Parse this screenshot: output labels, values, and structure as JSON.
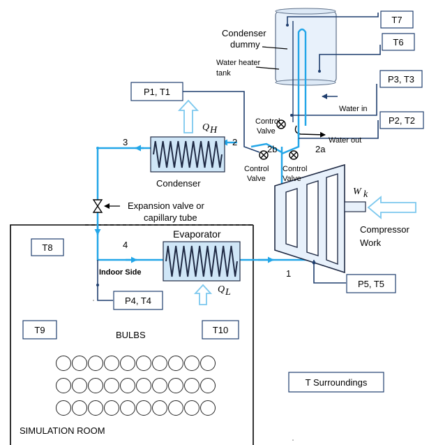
{
  "sensors": {
    "t7": "T7",
    "t6": "T6",
    "p3t3": "P3, T3",
    "p1t1": "P1, T1",
    "p2t2": "P2, T2",
    "t8": "T8",
    "p4t4": "P4, T4",
    "p5t5": "P5, T5",
    "t9": "T9",
    "t10": "T10",
    "t_surroundings": "T Surroundings"
  },
  "components": {
    "condenser_dummy": [
      "Condenser",
      "dummy"
    ],
    "water_heater_tank": [
      "Water heater",
      "tank"
    ],
    "water_in": "Water in",
    "water_out": "Water out",
    "condenser": "Condenser",
    "evaporator": "Evaporator",
    "expansion_valve": [
      "Expansion valve or",
      "capillary tube"
    ],
    "compressor_work": [
      "Compressor",
      "Work"
    ],
    "control_valve_top": [
      "Control",
      "Valve"
    ],
    "control_valve_left": [
      "Control",
      "Valve"
    ],
    "control_valve_right": [
      "Control",
      "Valve"
    ],
    "indoor_side": "Indoor Side",
    "bulbs": "BULBS",
    "simulation_room": "SIMULATION ROOM"
  },
  "states": {
    "s1": "1",
    "s2": "2",
    "s3": "3",
    "s4": "4",
    "s2a": "2a",
    "s2b": "2b"
  },
  "symbols": {
    "qh": "Q",
    "qh_sub": "H",
    "ql": "Q",
    "ql_sub": "L",
    "wk": "W",
    "wk_sub": "k"
  },
  "colors": {
    "refrigerant_line": "#23a6e8",
    "sensor_line": "#1f3e6e",
    "coil": "#1f2a44",
    "tank_fill": "#e8f1fb",
    "heat_exchanger_fill": "#cfe6f7"
  },
  "bulbs_grid": {
    "rows": 3,
    "columns": 10
  }
}
